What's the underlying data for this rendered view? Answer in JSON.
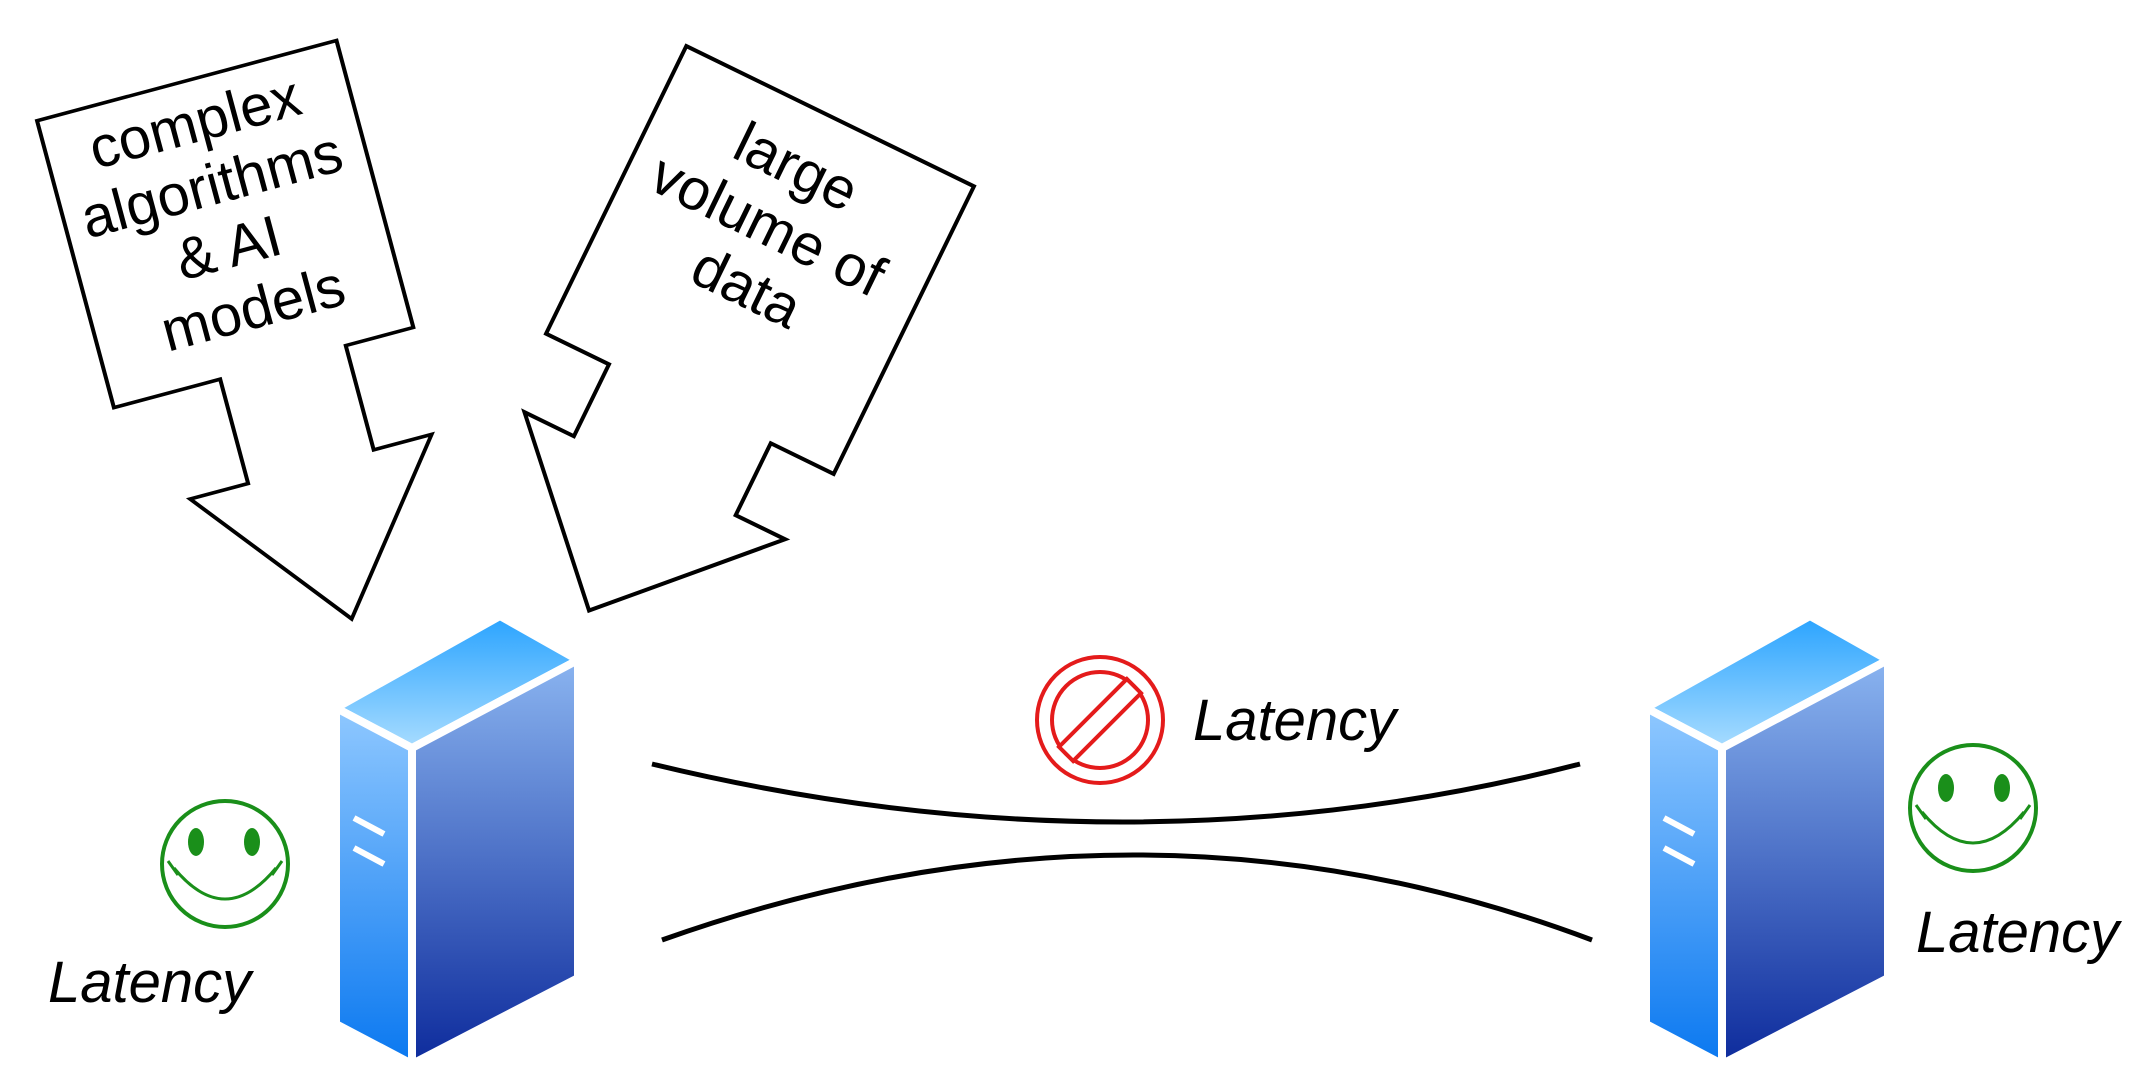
{
  "arrows": {
    "left": {
      "lines": [
        "complex",
        "algorithms",
        "& AI",
        "models"
      ]
    },
    "right": {
      "lines": [
        "large",
        "volume of",
        "data"
      ]
    }
  },
  "latency": {
    "left_label": "Latency",
    "center_label": "Latency",
    "right_label": "Latency"
  },
  "icons": {
    "left_status": "smiley-face-icon",
    "center_status": "prohibited-icon",
    "right_status": "smiley-face-icon",
    "servers": "server-tower-icon"
  },
  "colors": {
    "smiley": "#1a8f1a",
    "prohibited": "#e41b1b",
    "server_top": "#5ab8ff",
    "server_front": "#1f8cf5",
    "server_side_dark": "#1a36a6",
    "outline": "#000000"
  }
}
